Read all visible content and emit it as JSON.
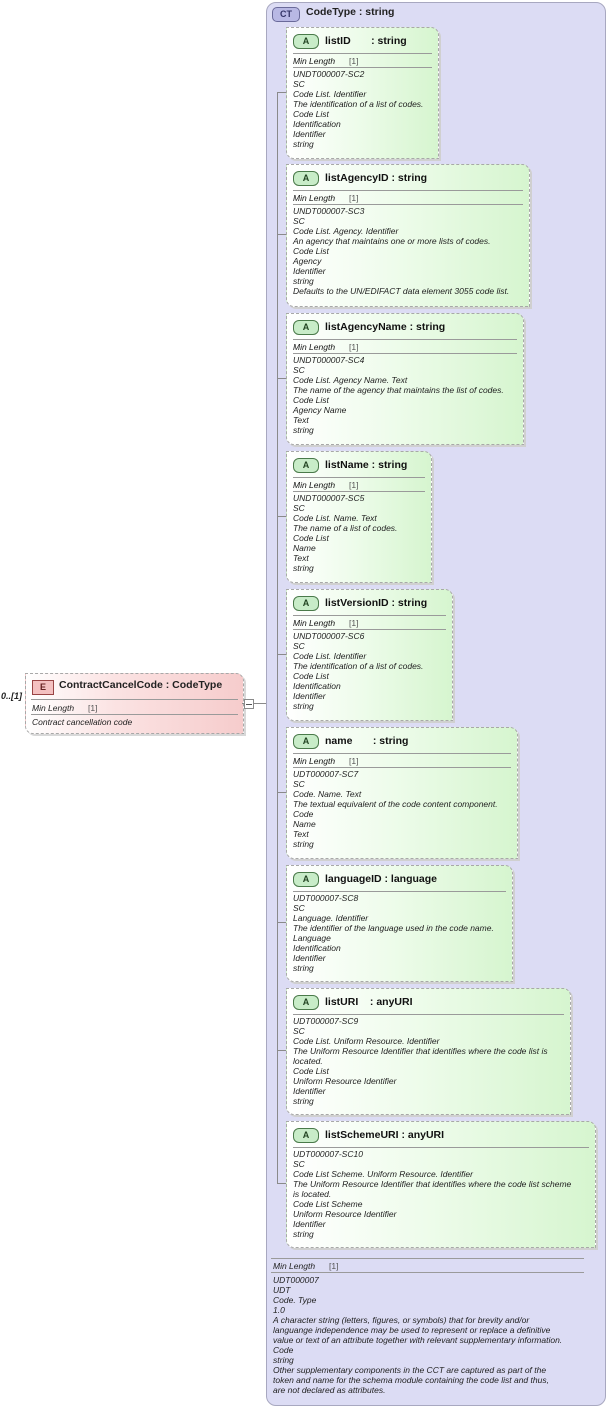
{
  "element": {
    "badge": "E",
    "name": "ContractCancelCode : CodeType",
    "cardinality": "0..[1]",
    "facet_label": "Min Length",
    "facet_value": "[1]",
    "doc": "Contract cancellation code"
  },
  "complex_type": {
    "badge": "CT",
    "name": "CodeType : string",
    "facet_label": "Min Length",
    "facet_value": "[1]",
    "doc": [
      "UDT000007",
      "UDT",
      "Code. Type",
      "1.0",
      "A character string (letters, figures, or symbols) that for brevity and/or",
      "languange independence may be used to represent or replace a definitive",
      "value or text of an attribute together with relevant supplementary information.",
      "Code",
      "string",
      "Other supplementary components in the CCT are captured as part of the",
      "token and name for the schema module containing the code list and thus,",
      "are not declared as attributes."
    ]
  },
  "attributes": [
    {
      "badge": "A",
      "name": "listID       : string",
      "facet_label": "Min Length",
      "facet_value": "[1]",
      "doc": [
        "UNDT000007-SC2",
        "SC",
        "Code List. Identifier",
        "The identification of a list of codes.",
        "Code List",
        "Identification",
        "Identifier",
        "string"
      ]
    },
    {
      "badge": "A",
      "name": "listAgencyID : string",
      "facet_label": "Min Length",
      "facet_value": "[1]",
      "doc": [
        "UNDT000007-SC3",
        "SC",
        "Code List. Agency. Identifier",
        "An agency that maintains one or more lists of codes.",
        "Code List",
        "Agency",
        "Identifier",
        "string",
        "Defaults to the UN/EDIFACT data element 3055 code list."
      ]
    },
    {
      "badge": "A",
      "name": "listAgencyName : string",
      "facet_label": "Min Length",
      "facet_value": "[1]",
      "doc": [
        "UNDT000007-SC4",
        "SC",
        "Code List. Agency Name. Text",
        "The name of the agency that maintains the list of codes.",
        "Code List",
        "Agency Name",
        "Text",
        "string"
      ]
    },
    {
      "badge": "A",
      "name": "listName : string",
      "facet_label": "Min Length",
      "facet_value": "[1]",
      "doc": [
        "UNDT000007-SC5",
        "SC",
        "Code List. Name. Text",
        "The name of a list of codes.",
        "Code List",
        "Name",
        "Text",
        "string"
      ]
    },
    {
      "badge": "A",
      "name": "listVersionID : string",
      "facet_label": "Min Length",
      "facet_value": "[1]",
      "doc": [
        "UNDT000007-SC6",
        "SC",
        "Code List. Identifier",
        "The identification of a list of codes.",
        "Code List",
        "Identification",
        "Identifier",
        "string"
      ]
    },
    {
      "badge": "A",
      "name": "name       : string",
      "facet_label": "Min Length",
      "facet_value": "[1]",
      "doc": [
        "UDT000007-SC7",
        "SC",
        "Code. Name. Text",
        "The textual equivalent of the code content component.",
        "Code",
        "Name",
        "Text",
        "string"
      ]
    },
    {
      "badge": "A",
      "name": "languageID : language",
      "facet_label": "",
      "facet_value": "",
      "doc": [
        "UDT000007-SC8",
        "SC",
        "Language. Identifier",
        "The identifier of the language used in the code name.",
        "Language",
        "Identification",
        "Identifier",
        "string"
      ]
    },
    {
      "badge": "A",
      "name": "listURI    : anyURI",
      "facet_label": "",
      "facet_value": "",
      "doc": [
        "UDT000007-SC9",
        "SC",
        "Code List. Uniform Resource. Identifier",
        "The Uniform Resource Identifier that identifies where the code list is",
        "located.",
        "Code List",
        "Uniform Resource Identifier",
        "Identifier",
        "string"
      ]
    },
    {
      "badge": "A",
      "name": "listSchemeURI : anyURI",
      "facet_label": "",
      "facet_value": "",
      "doc": [
        "UDT000007-SC10",
        "SC",
        "Code List Scheme. Uniform Resource. Identifier",
        "The Uniform Resource Identifier that identifies where the code list scheme",
        "is located.",
        "Code List Scheme",
        "Uniform Resource Identifier",
        "Identifier",
        "string"
      ]
    }
  ]
}
